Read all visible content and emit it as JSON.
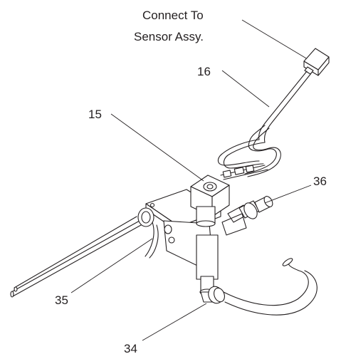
{
  "note": {
    "line1": "Connect To",
    "line2": "Sensor Assy."
  },
  "callouts": [
    {
      "id": "16",
      "label": "16"
    },
    {
      "id": "15",
      "label": "15"
    },
    {
      "id": "36",
      "label": "36"
    },
    {
      "id": "35",
      "label": "35"
    },
    {
      "id": "34",
      "label": "34"
    }
  ]
}
